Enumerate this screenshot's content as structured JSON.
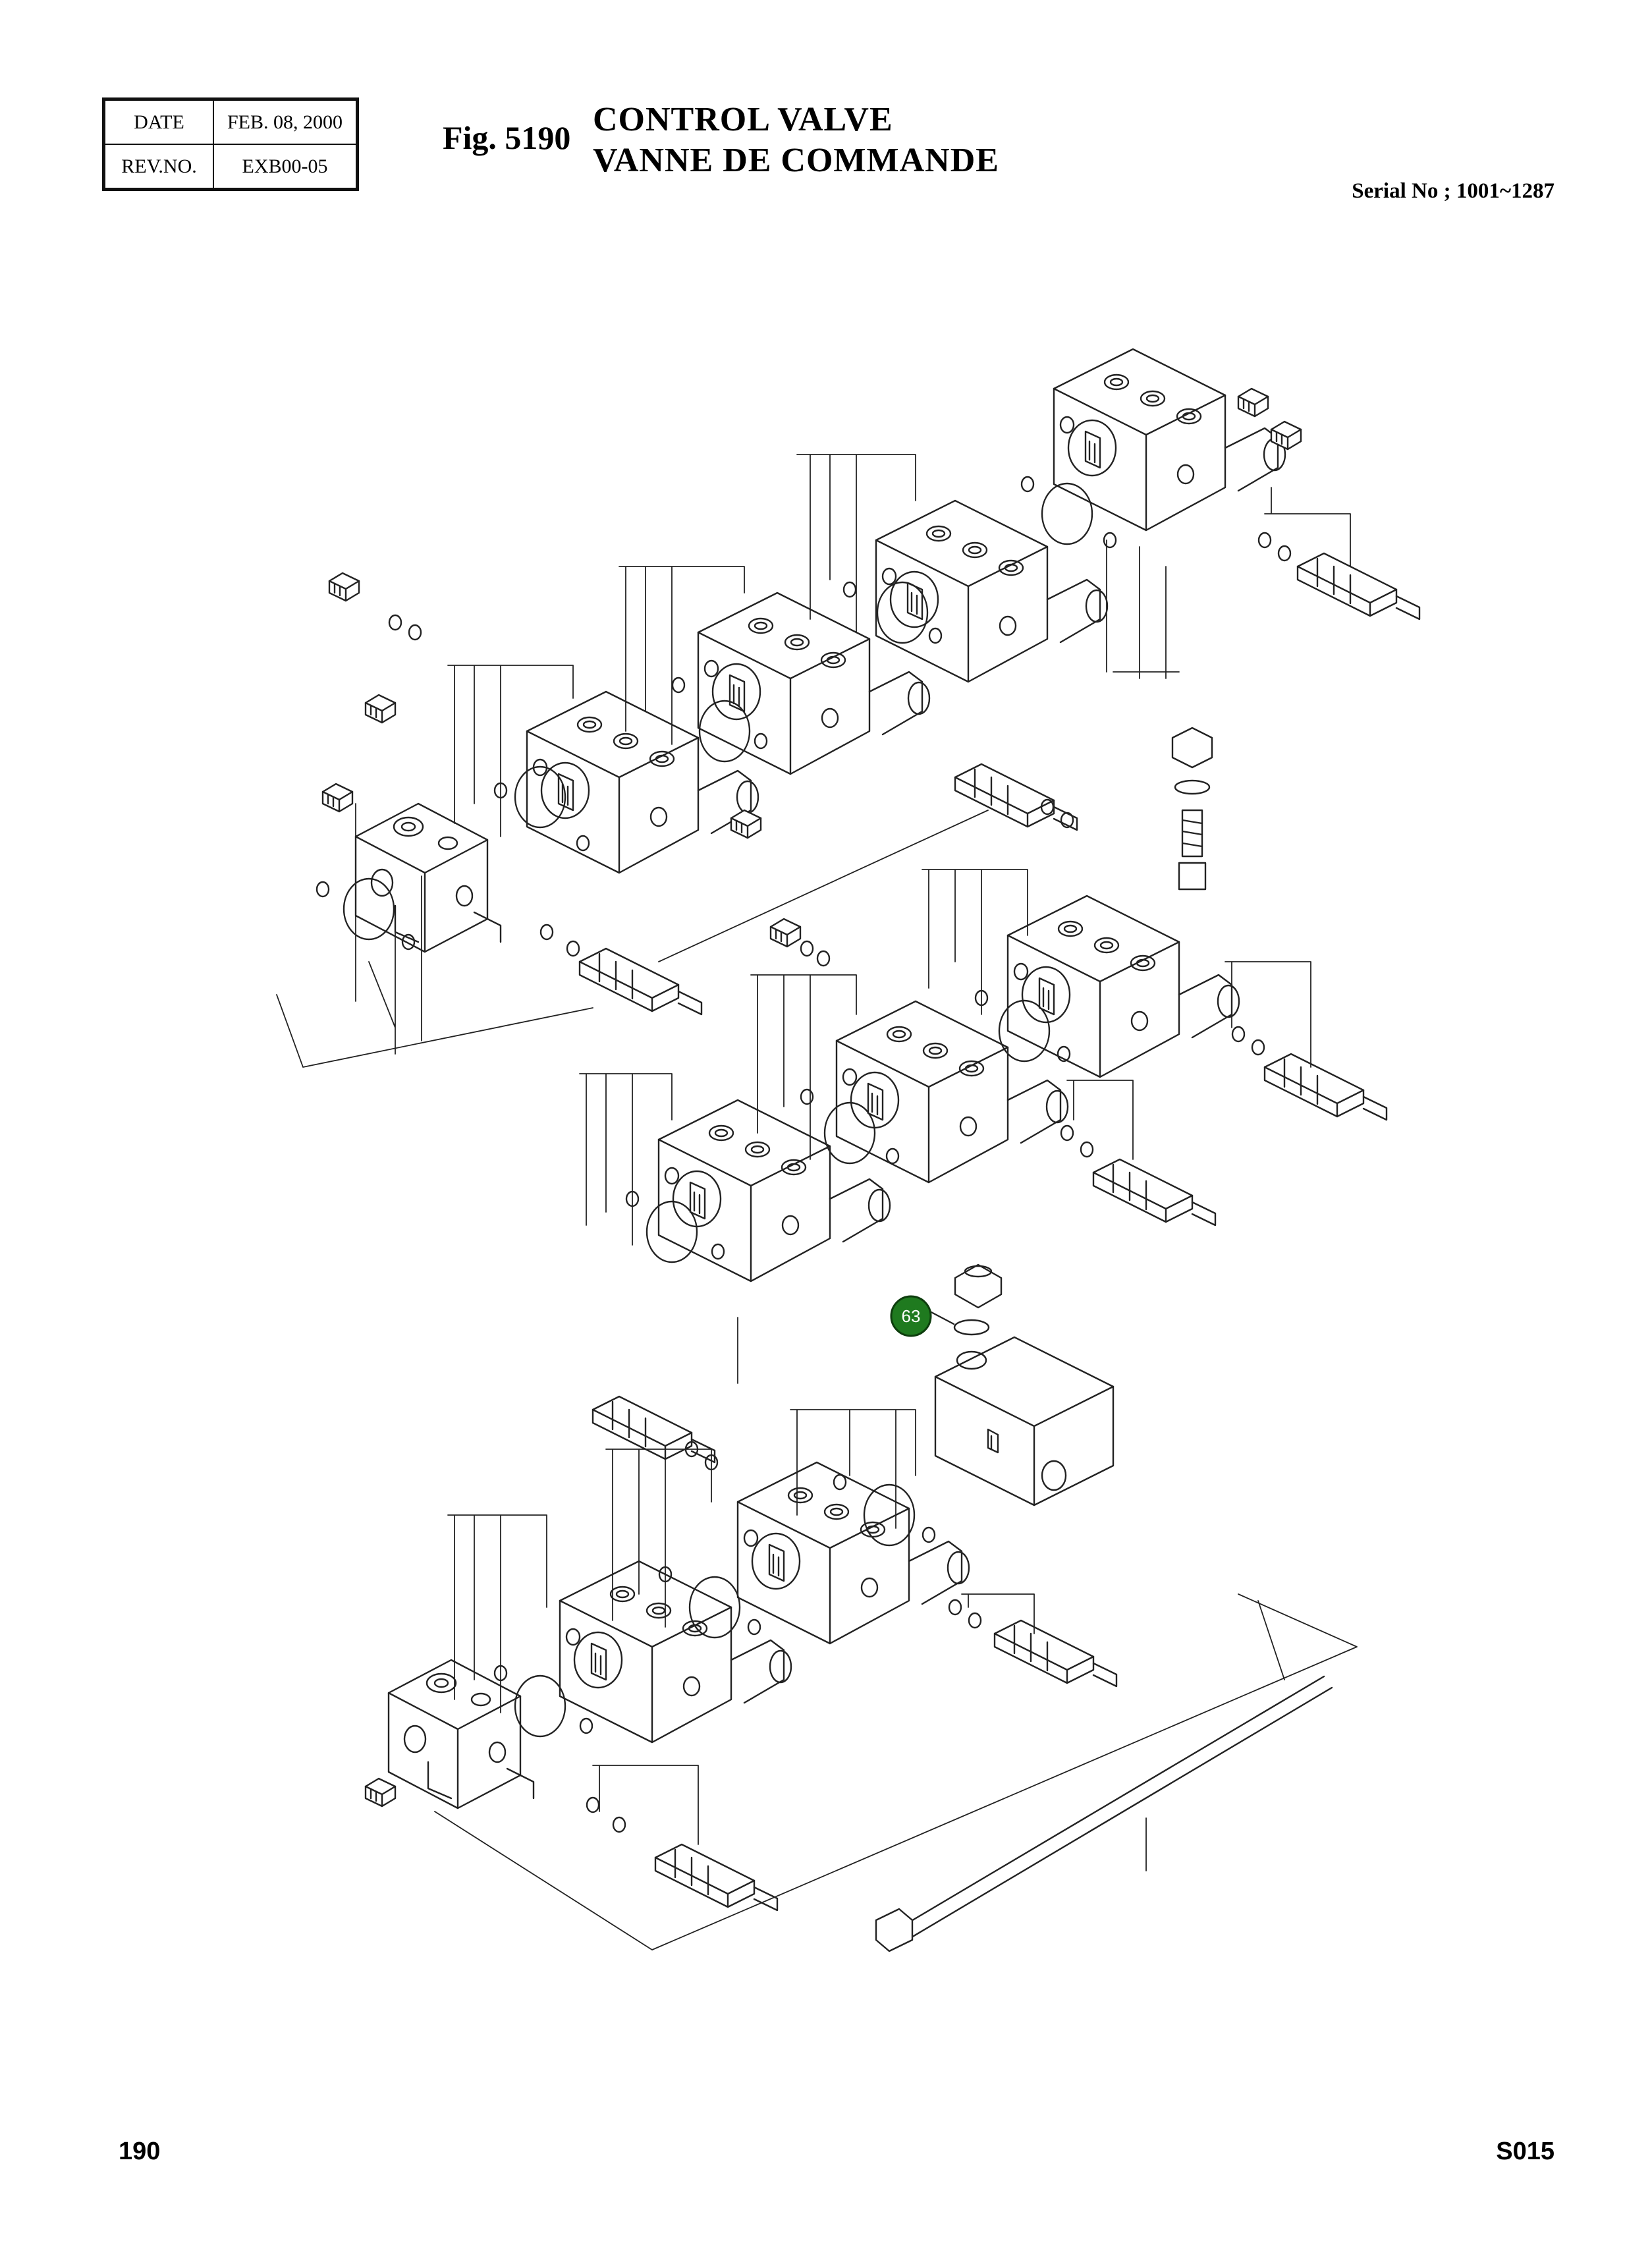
{
  "header": {
    "date_label": "DATE",
    "date_value": "FEB. 08, 2000",
    "rev_label": "REV.NO.",
    "rev_value": "EXB00-05"
  },
  "figure": {
    "number_label": "Fig. 5190",
    "title_en": "CONTROL VALVE",
    "title_fr": "VANNE DE COMMANDE",
    "serial": "Serial No ; 1001~1287"
  },
  "callouts": [
    {
      "label": "63",
      "color": "#1f7a1f"
    }
  ],
  "footer": {
    "page_number": "190",
    "doc_code": "S015"
  }
}
